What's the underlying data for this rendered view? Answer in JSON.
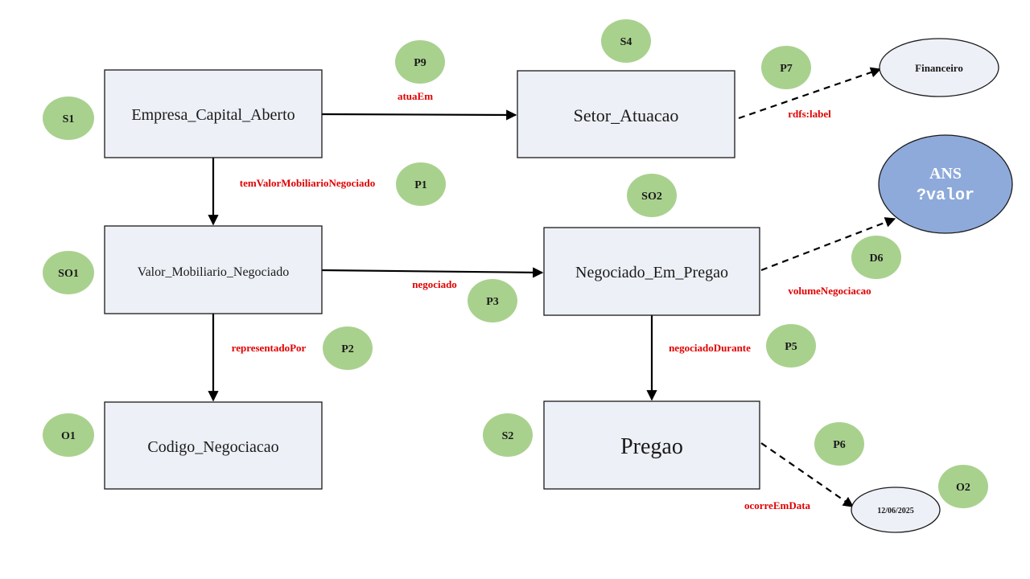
{
  "nodes": {
    "empresa": "Empresa_Capital_Aberto",
    "setor": "Setor_Atuacao",
    "valor_mobiliario": "Valor_Mobiliario_Negociado",
    "negociado_em_pregao": "Negociado_Em_Pregao",
    "codigo": "Codigo_Negociacao",
    "pregao": "Pregao",
    "financeiro": "Financeiro",
    "data": "12/06/2025",
    "ans_title": "ANS",
    "ans_var": "?valor"
  },
  "edges": {
    "atua_em": "atuaEm",
    "rdfs_label": "rdfs:label",
    "tem_valor": "temValorMobiliarioNegociado",
    "negociado": "negociado",
    "volume": "volumeNegociacao",
    "representado_por": "representadoPor",
    "negociado_durante": "negociadoDurante",
    "ocorre_em_data": "ocorreEmData"
  },
  "badges": {
    "s1": "S1",
    "so1": "SO1",
    "o1": "O1",
    "s4": "S4",
    "so2": "SO2",
    "s2": "S2",
    "p9": "P9",
    "p7": "P7",
    "p1": "P1",
    "p3": "P3",
    "d6": "D6",
    "p2": "P2",
    "p5": "P5",
    "p6": "P6",
    "o2": "O2"
  },
  "colors": {
    "node_fill": "#edf0f6",
    "badge_fill": "#a9d18e",
    "answer_fill": "#8eaadb",
    "edge_label": "#e00000"
  }
}
